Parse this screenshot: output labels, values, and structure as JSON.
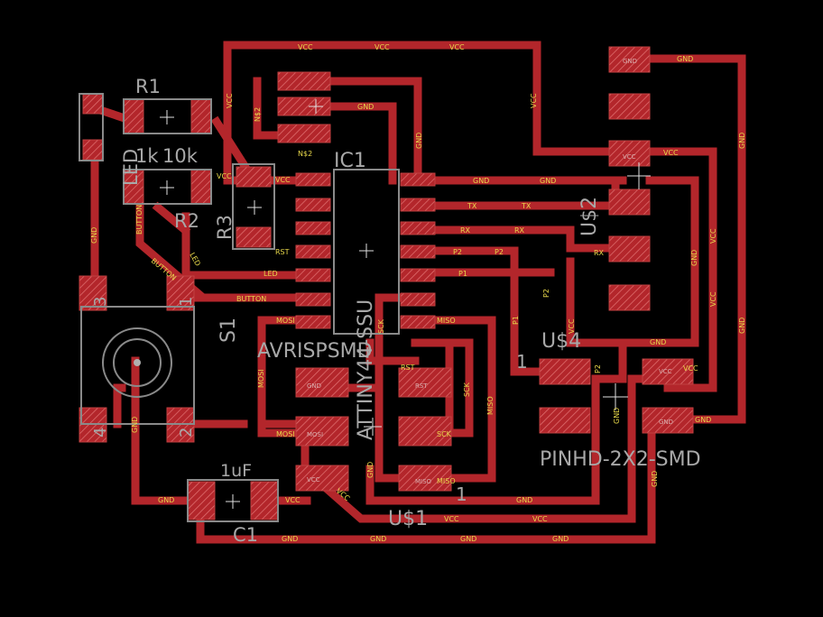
{
  "components": {
    "r1": {
      "name": "R1",
      "value": "1k"
    },
    "r2": {
      "name": "R2",
      "value": "10k"
    },
    "r3": {
      "name": "R3"
    },
    "led": {
      "name": "LED"
    },
    "ic1": {
      "name": "IC1",
      "value": "ATTINY44-SSU"
    },
    "avrisp": {
      "value": "AVRISPSMD"
    },
    "s1": {
      "name": "S1",
      "pins": [
        "1",
        "2",
        "3",
        "4"
      ]
    },
    "u2": {
      "name": "U$2",
      "pins": [
        "GND",
        "VCC",
        "RX",
        "TX"
      ]
    },
    "u4": {
      "name": "U$4",
      "pin1": "1",
      "value": "PINHD-2X2-SMD"
    },
    "c1": {
      "name": "C1",
      "value": "1uF"
    },
    "u1": {
      "name": "U$1",
      "pin1": "1"
    }
  },
  "nets": {
    "vcc": "VCC",
    "gnd": "GND",
    "tx": "TX",
    "rx": "RX",
    "p1": "P1",
    "p2": "P2",
    "button": "BUTTON",
    "led": "LED",
    "rst": "RST",
    "mosi": "MOSI",
    "miso": "MISO",
    "sck": "SCK",
    "n2": "N$2"
  },
  "colors": {
    "background": "#000000",
    "copper": "#b3262b",
    "silkscreen": "#a8a8a8",
    "net_label": "#e8d84a"
  }
}
